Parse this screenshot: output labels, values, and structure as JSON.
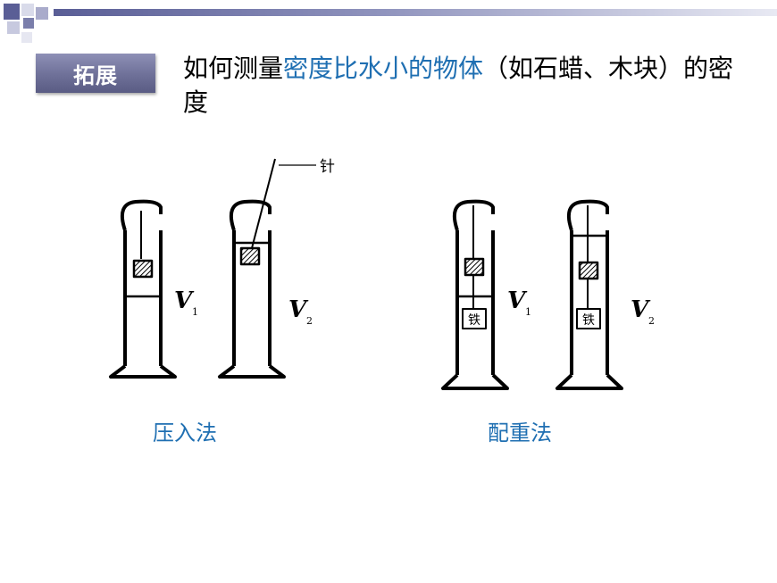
{
  "badge": {
    "label": "拓展"
  },
  "title": {
    "part1": "如何测量",
    "highlight": "密度比水小的物体",
    "part2": "（如石蜡、木块）的密度"
  },
  "figures": {
    "needle_label": "针",
    "v1_label": "V",
    "v1_sub": "1",
    "v2_label": "V",
    "v2_sub": "2",
    "iron_label": "铁"
  },
  "captions": {
    "left": "压入法",
    "right": "配重法"
  },
  "colors": {
    "accent": "#1f6fb2",
    "badge_bg": "#6e7098",
    "bar": "#5a5e96"
  }
}
